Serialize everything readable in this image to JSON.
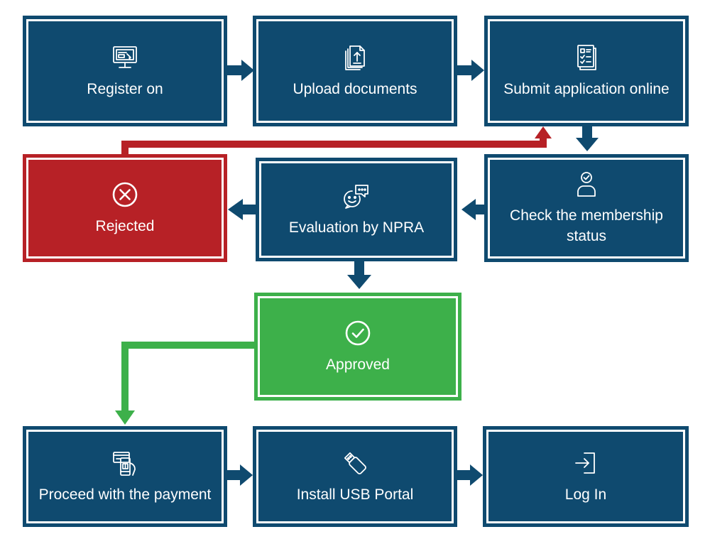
{
  "colors": {
    "step": "#0f4a6f",
    "rejected": "#b72126",
    "approved": "#3db04a",
    "connector": "#0f4a6f",
    "reject_path": "#b72126",
    "approve_path": "#3db04a"
  },
  "steps": [
    {
      "id": "register",
      "label": "Register on",
      "icon": "computer-icon",
      "status": "normal"
    },
    {
      "id": "upload",
      "label": "Upload documents",
      "icon": "document-upload-icon",
      "status": "normal"
    },
    {
      "id": "submit",
      "label": "Submit application online",
      "icon": "checklist-form-icon",
      "status": "normal"
    },
    {
      "id": "check",
      "label": "Check the membership status",
      "icon": "user-check-icon",
      "status": "normal"
    },
    {
      "id": "evaluation",
      "label": "Evaluation by NPRA",
      "icon": "chat-bubbles-icon",
      "status": "normal"
    },
    {
      "id": "rejected",
      "label": "Rejected",
      "icon": "x-circle-icon",
      "status": "rejected"
    },
    {
      "id": "approved",
      "label": "Approved",
      "icon": "check-circle-icon",
      "status": "approved"
    },
    {
      "id": "payment",
      "label": "Proceed with the payment",
      "icon": "mobile-payment-icon",
      "status": "normal"
    },
    {
      "id": "usb",
      "label": "Install USB Portal",
      "icon": "usb-drive-icon",
      "status": "normal"
    },
    {
      "id": "login",
      "label": "Log In",
      "icon": "login-icon",
      "status": "normal"
    }
  ],
  "connections": [
    {
      "from": "register",
      "to": "upload"
    },
    {
      "from": "upload",
      "to": "submit"
    },
    {
      "from": "submit",
      "to": "check"
    },
    {
      "from": "check",
      "to": "evaluation"
    },
    {
      "from": "evaluation",
      "to": "rejected"
    },
    {
      "from": "evaluation",
      "to": "approved"
    },
    {
      "from": "rejected",
      "to": "submit"
    },
    {
      "from": "approved",
      "to": "payment"
    },
    {
      "from": "payment",
      "to": "usb"
    },
    {
      "from": "usb",
      "to": "login"
    }
  ]
}
